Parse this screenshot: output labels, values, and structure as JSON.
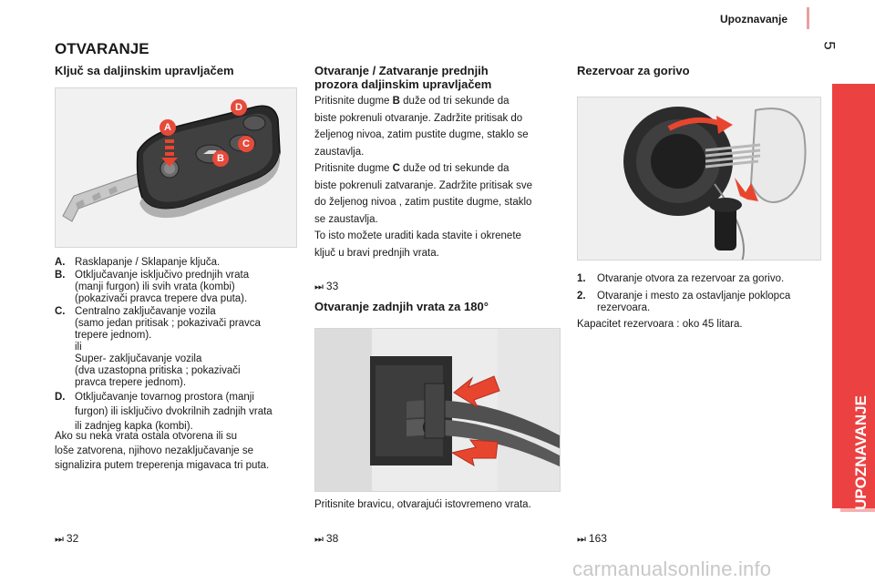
{
  "header": {
    "section": "Upoznavanje",
    "page_number": "5"
  },
  "side_tab": {
    "label": "UPOZNAVANJE"
  },
  "main_title": "OTVARANJE",
  "col1": {
    "heading": "Ključ sa daljinskim upravljačem",
    "image": {
      "labels": [
        "A",
        "B",
        "C",
        "D"
      ]
    },
    "items": [
      {
        "key": "A.",
        "lines": [
          "Rasklapanje / Sklapanje ključa."
        ]
      },
      {
        "key": "B.",
        "lines": [
          "Otključavanje isključivo prednjih vrata",
          "(manji furgon) ili svih vrata (kombi)",
          "(pokazivači pravca trepere dva puta)."
        ]
      },
      {
        "key": "C.",
        "lines": [
          "Centralno zaključavanje vozila",
          "(samo jedan pritisak ; pokazivači pravca",
          "trepere jednom).",
          "ili",
          "Super- zaključavanje vozila",
          "(dva uzastopna pritiska ; pokazivači",
          "pravca trepere jednom)."
        ]
      },
      {
        "key": "D.",
        "lines": [
          "Otključavanje tovarnog prostora (manji",
          "furgon) ili isključivo dvokrilnih zadnjih vrata",
          "ili zadnjeg kapka (kombi)."
        ]
      }
    ],
    "note_lines": [
      "Ako su neka vrata ostala otvorena ili su",
      "loše zatvorena, njihovo nezaključavanje se",
      "signalizira putem treperenja migavaca tri puta."
    ],
    "ref": "32"
  },
  "col2": {
    "heading_lines": [
      "Otvaranje / Zatvaranje prednjih",
      "prozora daljinskim upravljačem"
    ],
    "p1_before": "Pritisnite dugme ",
    "p1_key": "B",
    "p1_after": " duže od tri sekunde da",
    "p1_lines": [
      "biste pokrenuli otvaranje. Zadržite pritisak do",
      "željenog nivoa, zatim pustite dugme, staklo se",
      "zaustavlja."
    ],
    "p2_before": "Pritisnite dugme ",
    "p2_key": "C",
    "p2_after": " duže od tri sekunde da",
    "p2_lines": [
      "biste pokrenuli zatvaranje. Zadržite pritisak sve",
      "do željenog nivoa , zatim pustite dugme, staklo",
      "se zaustavlja.",
      "To isto možete uraditi kada stavite i okrenete",
      "ključ u bravi prednjih vrata."
    ],
    "ref1": "33",
    "heading2": "Otvaranje zadnjih vrata za 180°",
    "caption": "Pritisnite bravicu, otvarajući istovremeno vrata.",
    "ref2": "38"
  },
  "col3": {
    "heading": "Rezervoar za gorivo",
    "items": [
      {
        "key": "1.",
        "lines": [
          "Otvaranje otvora za rezervoar za gorivo."
        ]
      },
      {
        "key": "2.",
        "lines": [
          "Otvaranje i mesto za ostavljanje poklopca",
          "rezervoara."
        ]
      }
    ],
    "capacity": "Kapacitet rezervoara : oko 45 litara.",
    "ref": "163"
  },
  "watermark": "carmanualsonline.info",
  "colors": {
    "accent": "#ec4141",
    "arrow": "#e8452f",
    "badge": "#e74a3b"
  }
}
